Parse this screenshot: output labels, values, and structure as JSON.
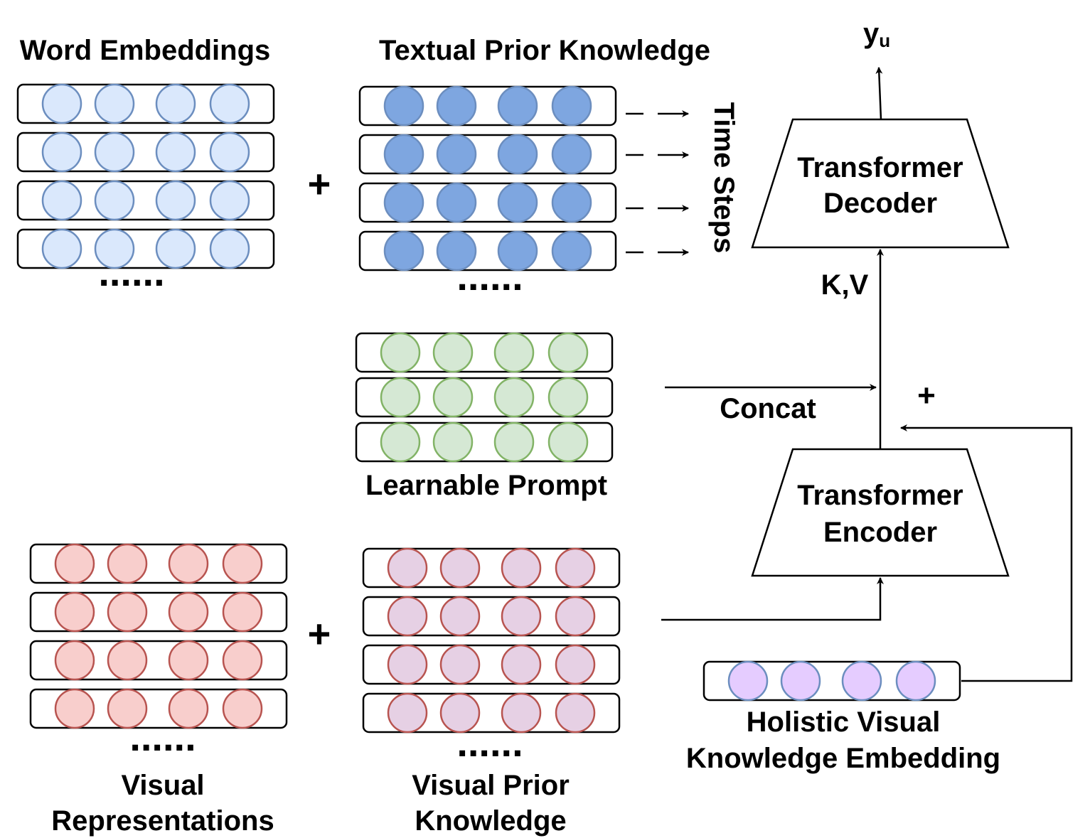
{
  "labels": {
    "word_embeddings": "Word Embeddings",
    "textual_prior_knowledge": "Textual Prior Knowledge",
    "time_steps": "Time Steps",
    "output": "y",
    "output_subscript": "u",
    "decoder_line1": "Transformer",
    "decoder_line2": "Decoder",
    "kv": "K,V",
    "concat": "Concat",
    "plus_right": "+",
    "encoder_line1": "Transformer",
    "encoder_line2": "Encoder",
    "learnable_prompt": "Learnable Prompt",
    "plus_top": "+",
    "plus_bottom": "+",
    "holistic_line1": "Holistic Visual",
    "holistic_line2": "Knowledge Embedding",
    "visual_repr_line1": "Visual",
    "visual_repr_line2": "Representations",
    "visual_prior_line1": "Visual Prior",
    "visual_prior_line2": "Knowledge",
    "ellipsis": "......"
  },
  "colors": {
    "word_embedding_fill": "#dae8fc",
    "word_embedding_stroke": "#6c8ebf",
    "textual_prior_fill": "#7ea6e0",
    "textual_prior_stroke": "#6c8ebf",
    "prompt_fill": "#d5e8d4",
    "prompt_stroke": "#82b366",
    "visual_repr_fill": "#f8cecc",
    "visual_repr_stroke": "#b85450",
    "visual_prior_fill": "#e6d0e4",
    "visual_prior_stroke": "#b85450",
    "holistic_fill": "#e5ccff",
    "holistic_stroke": "#6c8ebf"
  }
}
